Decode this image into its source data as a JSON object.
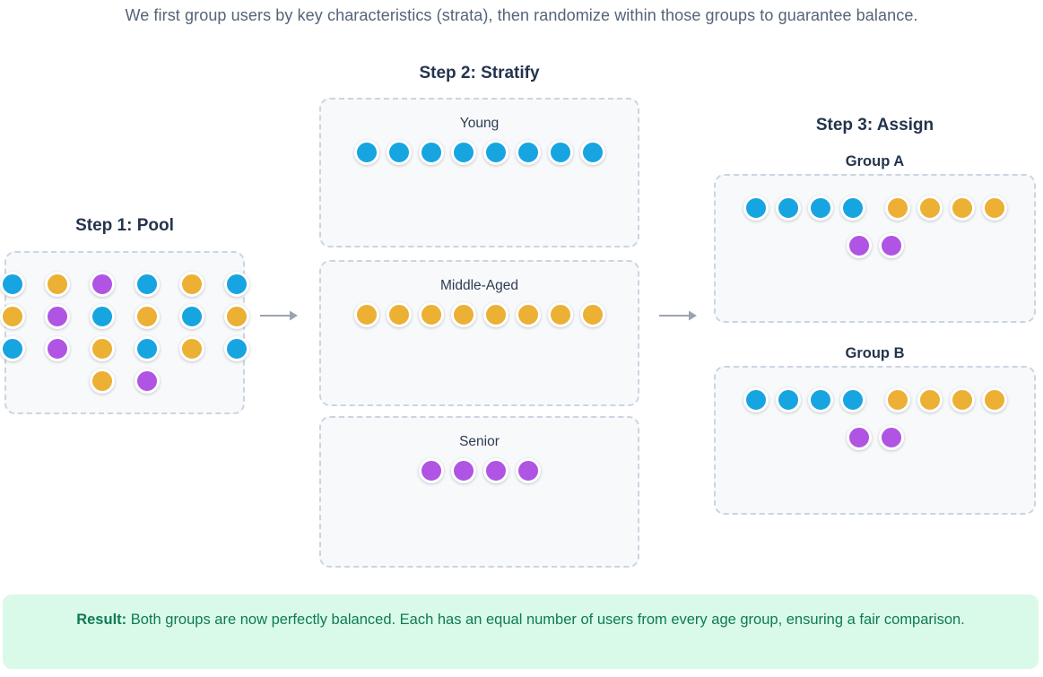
{
  "intro": "We first group users by key characteristics (strata), then randomize within those groups to guarantee balance.",
  "colors": {
    "young": "#17a5e1",
    "middle": "#ebb034",
    "senior": "#b054e4",
    "panel_bg": "#f8f9fb",
    "panel_border": "#cbd5e1",
    "arrow": "#9ca3af",
    "result_bg": "#d9fae8",
    "result_text": "#0f7a55"
  },
  "steps": {
    "pool": {
      "title": "Step 1: Pool",
      "total_users": 20,
      "rows": [
        [
          "young",
          "middle",
          "senior",
          "young",
          "middle",
          "young"
        ],
        [
          "middle",
          "senior",
          "young",
          "middle",
          "young",
          "middle"
        ],
        [
          "young",
          "senior",
          "middle",
          "young",
          "middle",
          "young"
        ],
        [
          "middle",
          "senior"
        ]
      ]
    },
    "stratify": {
      "title": "Step 2: Stratify",
      "strata": [
        {
          "label": "Young",
          "color": "young",
          "count": 8
        },
        {
          "label": "Middle-Aged",
          "color": "middle",
          "count": 8
        },
        {
          "label": "Senior",
          "color": "senior",
          "count": 4
        }
      ]
    },
    "assign": {
      "title": "Step 3: Assign",
      "groups": [
        {
          "label": "Group A",
          "rows": [
            [
              "young",
              "young",
              "young",
              "young",
              "middle",
              "middle",
              "middle",
              "middle"
            ],
            [
              "senior",
              "senior"
            ]
          ]
        },
        {
          "label": "Group B",
          "rows": [
            [
              "young",
              "young",
              "young",
              "young",
              "middle",
              "middle",
              "middle",
              "middle"
            ],
            [
              "senior",
              "senior"
            ]
          ]
        }
      ]
    }
  },
  "result": {
    "label": "Result:",
    "text": "Both groups are now perfectly balanced. Each has an equal number of users from every age group, ensuring a fair comparison."
  }
}
